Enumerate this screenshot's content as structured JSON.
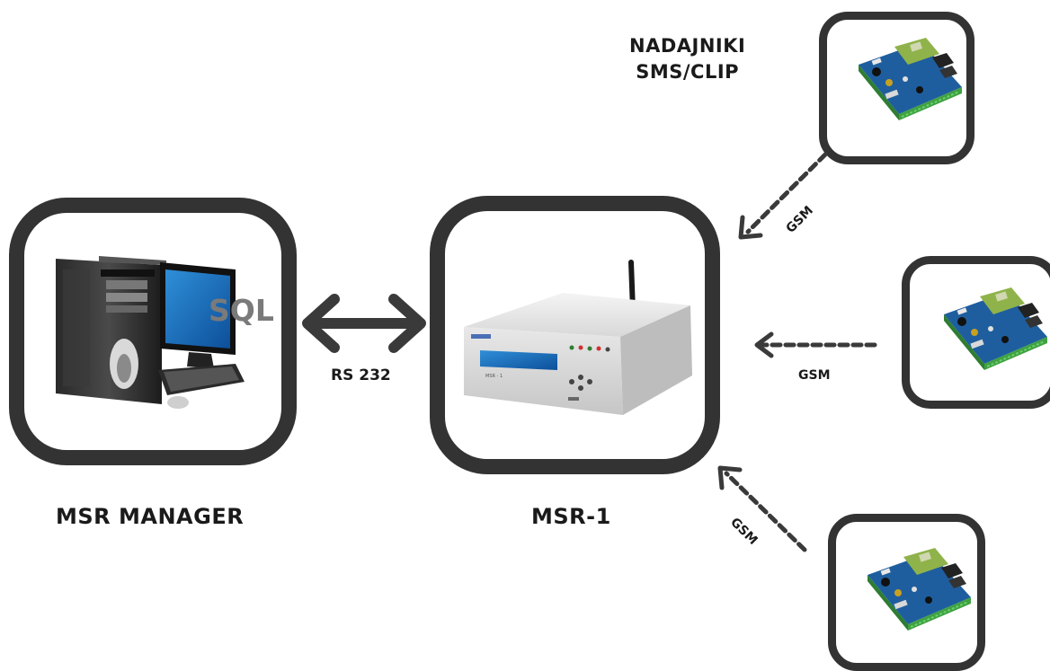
{
  "nodes": {
    "manager": {
      "label": "MSR MANAGER",
      "overlay_text": "SQL"
    },
    "msr1": {
      "label": "MSR-1",
      "screen_text": "MSR - 1"
    },
    "transmitters": {
      "label_line1": "NADAJNIKI",
      "label_line2": "SMS/CLIP"
    }
  },
  "links": {
    "rs232": "RS 232",
    "gsm_top": "GSM",
    "gsm_middle": "GSM",
    "gsm_bottom": "GSM"
  },
  "colors": {
    "frame": "#333333",
    "arrow": "#3a3a3a",
    "sql": "#7a7a7a",
    "pcb": "#1f5e9e",
    "terminal": "#3fa142"
  }
}
